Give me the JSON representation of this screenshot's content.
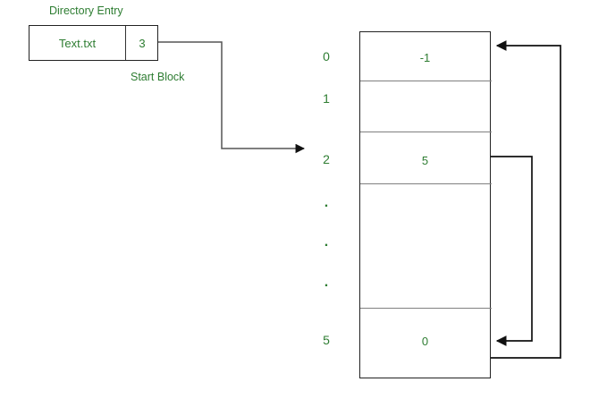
{
  "diagram": {
    "title_directory": "Directory Entry",
    "start_block_label": "Start Block",
    "directory_entry": {
      "file_name": "Text.txt",
      "start_block": "3"
    },
    "fat": {
      "rows": [
        {
          "index": "0",
          "value": "-1"
        },
        {
          "index": "1",
          "value": ""
        },
        {
          "index": "2",
          "value": "5"
        },
        {
          "index": ".",
          "value": ""
        },
        {
          "index": ".",
          "value": ""
        },
        {
          "index": ".",
          "value": ""
        },
        {
          "index": "5",
          "value": "0"
        }
      ]
    },
    "colors": {
      "text_green": "#2e7d32",
      "border_dark": "#222222",
      "row_divider_gray": "#808080",
      "wire_black": "#111111",
      "background": "#ffffff"
    }
  }
}
